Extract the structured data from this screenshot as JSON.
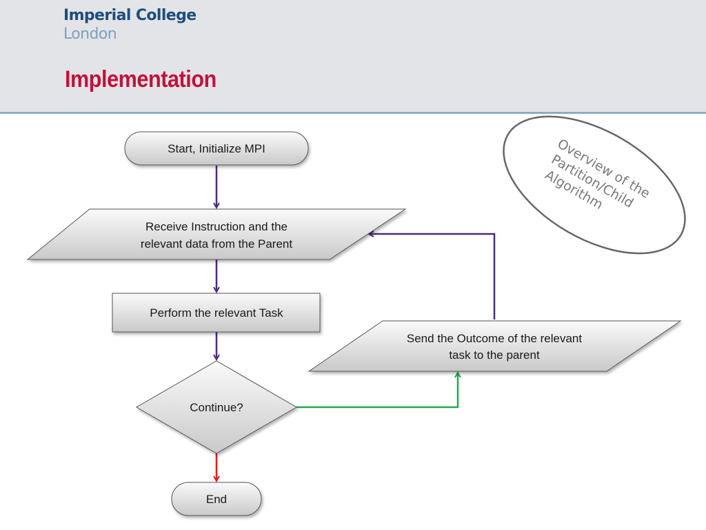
{
  "header": {
    "logo_line1": "Imperial College",
    "logo_line2": "London",
    "title": "Implementation"
  },
  "diagram": {
    "nodes": {
      "start": "Start, Initialize MPI",
      "receive_line1": "Receive Instruction and the",
      "receive_line2": "relevant data from the Parent",
      "perform": "Perform the relevant Task",
      "decision": "Continue?",
      "end": "End",
      "send_line1": "Send the Outcome of the relevant",
      "send_line2": "task to the parent"
    },
    "annotation": {
      "line1": "Overview of the",
      "line2": "Partition/Child",
      "line3": "Algorithm"
    }
  },
  "colors": {
    "flow_arrow": "#4b2a7e",
    "yes_arrow": "#1faa4b",
    "no_arrow": "#e01b1b",
    "title": "#c0123a"
  }
}
